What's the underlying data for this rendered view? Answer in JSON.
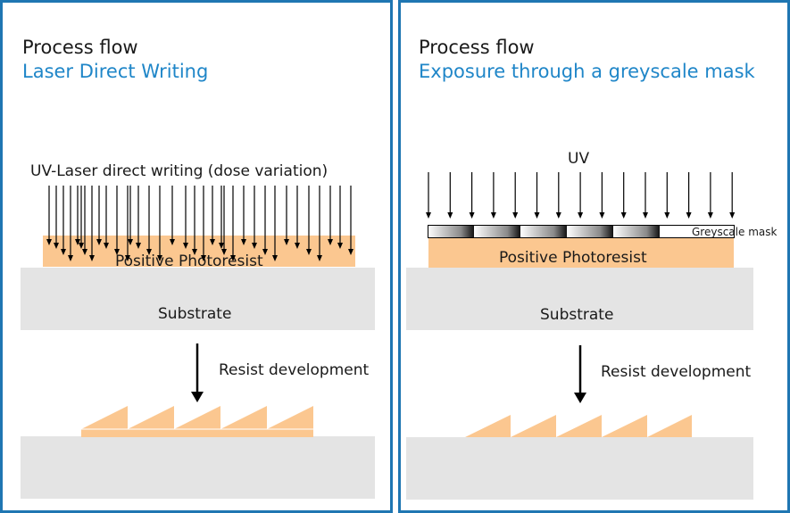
{
  "left": {
    "heading": "Process flow",
    "subheading": "Laser Direct Writing",
    "exposure_label": "UV-Laser direct writing (dose variation)",
    "resist_label": "Positive Photoresist",
    "substrate_label": "Substrate",
    "development_label": "Resist development"
  },
  "right": {
    "heading": "Process flow",
    "subheading": "Exposure through a greyscale mask",
    "exposure_label": "UV",
    "mask_label": "Greyscale mask",
    "resist_label": "Positive Photoresist",
    "substrate_label": "Substrate",
    "development_label": "Resist development"
  },
  "colors": {
    "frame": "#1f76b2",
    "heading_accent": "#1f86c8",
    "resist": "#fbc790",
    "substrate": "#e4e4e4"
  }
}
